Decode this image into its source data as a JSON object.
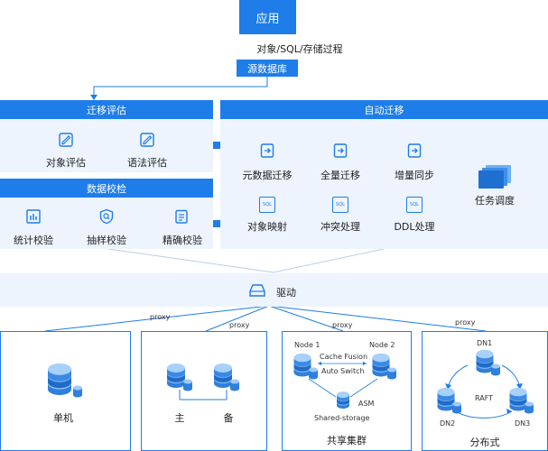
{
  "app": {
    "label": "应用",
    "caption": "对象/SQL/存储过程"
  },
  "source_db": {
    "label": "源数据库"
  },
  "assess": {
    "title": "迁移评估",
    "items": [
      "对象评估",
      "语法评估"
    ]
  },
  "verify": {
    "title": "数据校检",
    "items": [
      "统计校验",
      "抽样校验",
      "精确校验"
    ]
  },
  "auto": {
    "title": "自动迁移",
    "row1": [
      "元数据迁移",
      "全量迁移",
      "增量同步"
    ],
    "row2": [
      "对象映射",
      "冲突处理",
      "DDL处理"
    ],
    "scheduler": "任务调度",
    "sql_tag": "SQL"
  },
  "driver": {
    "label": "驱动"
  },
  "proxy": [
    "proxy",
    "proxy",
    "proxy",
    "proxy"
  ],
  "clusters": {
    "single": {
      "label": "单机"
    },
    "ha": {
      "primary": "主",
      "standby": "备"
    },
    "shared": {
      "label": "共享集群",
      "node1": "Node 1",
      "node2": "Node 2",
      "fusion": "Cache Fusion",
      "switch": "Auto Switch",
      "asm": "ASM",
      "storage": "Shared-storage"
    },
    "dist": {
      "label": "分布式",
      "dn1": "DN1",
      "dn2": "DN2",
      "dn3": "DN3",
      "raft": "RAFT"
    }
  },
  "colors": {
    "accent": "#1e7de8",
    "panel": "#edf4fd",
    "db_top": "#8ec2f7",
    "db_side": "#2f7fdc"
  }
}
